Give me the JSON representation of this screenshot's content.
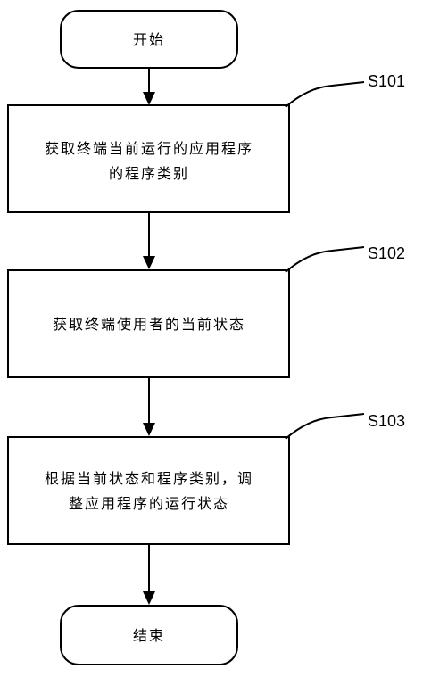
{
  "flowchart": {
    "start": {
      "label": "开始"
    },
    "steps": [
      {
        "id": "S101",
        "lines": [
          "获取终端当前运行的应用程序",
          "的程序类别"
        ]
      },
      {
        "id": "S102",
        "lines": [
          "获取终端使用者的当前状态"
        ]
      },
      {
        "id": "S103",
        "lines": [
          "根据当前状态和程序类别，调",
          "整应用程序的运行状态"
        ]
      }
    ],
    "end": {
      "label": "结束"
    }
  }
}
